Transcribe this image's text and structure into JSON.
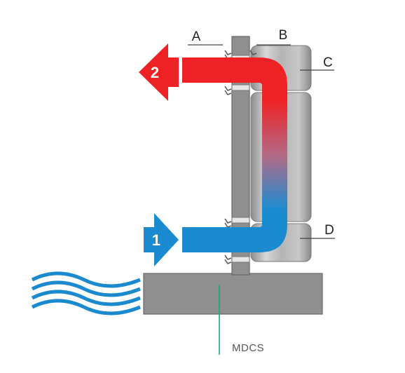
{
  "labels": {
    "a": "A",
    "b": "B",
    "c": "C",
    "d": "D",
    "mdcs": "MDCS"
  },
  "arrows": {
    "inlet_number": "1",
    "outlet_number": "2"
  },
  "colors": {
    "hot": "#ee2224",
    "cold": "#1b8bd1",
    "wall": "#8f8f8f",
    "foundation": "#8f8f8f",
    "water": "#1a8ad0",
    "mdcs_line": "#2ca36a"
  }
}
